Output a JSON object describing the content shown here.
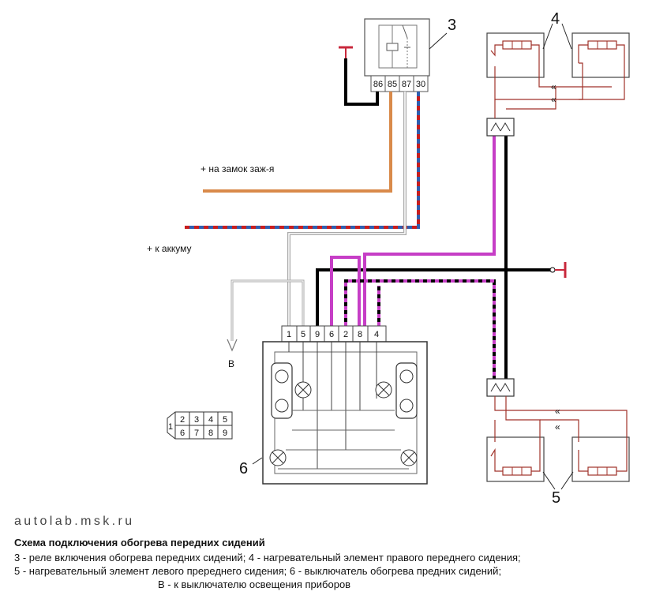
{
  "labels": {
    "relay_number": "3",
    "right_heater_number": "4",
    "left_heater_number": "5",
    "switch_number": "6",
    "ignition": "+ на замок заж-я",
    "battery": "+ к аккуму",
    "instrument_light": "В"
  },
  "relay_pins": [
    "86",
    "85",
    "87",
    "30"
  ],
  "switch_pins": [
    "1",
    "5",
    "9",
    "6",
    "2",
    "8",
    "4"
  ],
  "connector": {
    "side_pin": "1",
    "top_row": [
      "2",
      "3",
      "4",
      "5"
    ],
    "bottom_row": [
      "6",
      "7",
      "8",
      "9"
    ]
  },
  "caption": {
    "site": "autolab.msk.ru",
    "title": "Схема подключения обогрева передних сидений",
    "line1": "3 - реле включения обогрева передних сидений; 4 - нагревательный элемент правого переднего сидения;",
    "line2": "5 - нагревательный элемент левого пререднего сидения; 6 - выключатель обогрева предних сидений;",
    "line3": "В - к выключателю освещения приборов"
  },
  "colors": {
    "orange_wire": "#d98a4a",
    "red_wire": "#c81e1e",
    "blue_wire": "#2f5fb0",
    "gray_wire": "#a9a9a9",
    "magenta_wire": "#c63ec6",
    "black_wire": "#000000",
    "heater_wire": "#a0322a",
    "ground": "#c8283c"
  }
}
